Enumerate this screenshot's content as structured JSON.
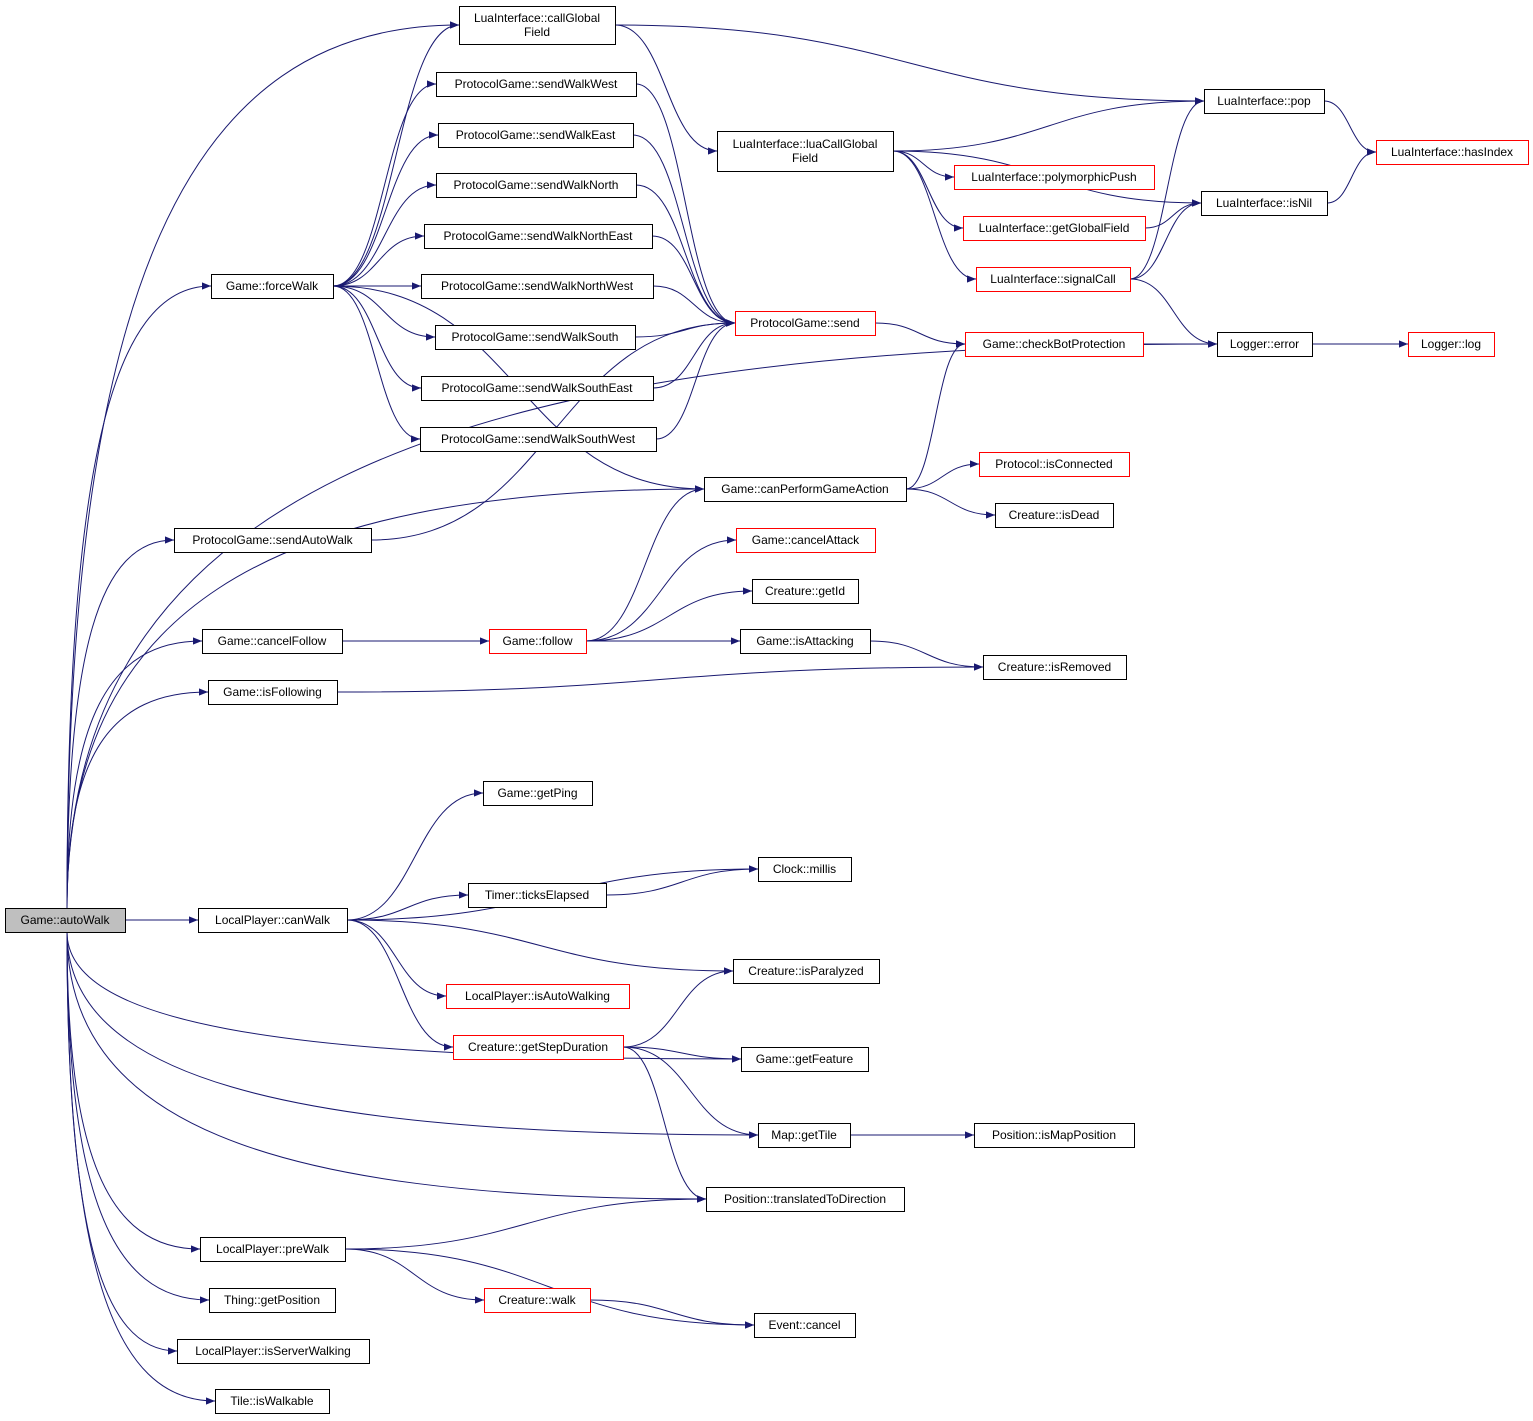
{
  "colors": {
    "edge": "#191970",
    "box_fill": "#ffffff",
    "root_fill": "#bfbfbf",
    "normal_border": "#000000",
    "truncated_border": "#ff0000"
  },
  "nodes": [
    {
      "id": "autoWalk",
      "lines": [
        "Game::autoWalk"
      ],
      "style": "root"
    },
    {
      "id": "callGlobalField",
      "lines": [
        "LuaInterface::callGlobal",
        "Field"
      ],
      "style": "normal"
    },
    {
      "id": "sendWalkWest",
      "lines": [
        "ProtocolGame::sendWalkWest"
      ],
      "style": "normal"
    },
    {
      "id": "sendWalkEast",
      "lines": [
        "ProtocolGame::sendWalkEast"
      ],
      "style": "normal"
    },
    {
      "id": "sendWalkNorth",
      "lines": [
        "ProtocolGame::sendWalkNorth"
      ],
      "style": "normal"
    },
    {
      "id": "sendWalkNorthEast",
      "lines": [
        "ProtocolGame::sendWalkNorthEast"
      ],
      "style": "normal"
    },
    {
      "id": "forceWalk",
      "lines": [
        "Game::forceWalk"
      ],
      "style": "normal"
    },
    {
      "id": "sendWalkNorthWest",
      "lines": [
        "ProtocolGame::sendWalkNorthWest"
      ],
      "style": "normal"
    },
    {
      "id": "sendWalkSouth",
      "lines": [
        "ProtocolGame::sendWalkSouth"
      ],
      "style": "normal"
    },
    {
      "id": "sendWalkSouthEast",
      "lines": [
        "ProtocolGame::sendWalkSouthEast"
      ],
      "style": "normal"
    },
    {
      "id": "sendWalkSouthWest",
      "lines": [
        "ProtocolGame::sendWalkSouthWest"
      ],
      "style": "normal"
    },
    {
      "id": "luaCallGlobalField",
      "lines": [
        "LuaInterface::luaCallGlobal",
        "Field"
      ],
      "style": "normal"
    },
    {
      "id": "pop",
      "lines": [
        "LuaInterface::pop"
      ],
      "style": "normal"
    },
    {
      "id": "hasIndex",
      "lines": [
        "LuaInterface::hasIndex"
      ],
      "style": "truncated"
    },
    {
      "id": "polymorphicPush",
      "lines": [
        "LuaInterface::polymorphicPush"
      ],
      "style": "truncated"
    },
    {
      "id": "isNil",
      "lines": [
        "LuaInterface::isNil"
      ],
      "style": "normal"
    },
    {
      "id": "getGlobalField",
      "lines": [
        "LuaInterface::getGlobalField"
      ],
      "style": "truncated"
    },
    {
      "id": "signalCall",
      "lines": [
        "LuaInterface::signalCall"
      ],
      "style": "truncated"
    },
    {
      "id": "send",
      "lines": [
        "ProtocolGame::send"
      ],
      "style": "truncated"
    },
    {
      "id": "checkBotProtection",
      "lines": [
        "Game::checkBotProtection"
      ],
      "style": "truncated"
    },
    {
      "id": "loggerError",
      "lines": [
        "Logger::error"
      ],
      "style": "normal"
    },
    {
      "id": "loggerLog",
      "lines": [
        "Logger::log"
      ],
      "style": "truncated"
    },
    {
      "id": "isConnected",
      "lines": [
        "Protocol::isConnected"
      ],
      "style": "truncated"
    },
    {
      "id": "canPerformGameAction",
      "lines": [
        "Game::canPerformGameAction"
      ],
      "style": "normal"
    },
    {
      "id": "isDead",
      "lines": [
        "Creature::isDead"
      ],
      "style": "normal"
    },
    {
      "id": "sendAutoWalk",
      "lines": [
        "ProtocolGame::sendAutoWalk"
      ],
      "style": "normal"
    },
    {
      "id": "cancelAttack",
      "lines": [
        "Game::cancelAttack"
      ],
      "style": "truncated"
    },
    {
      "id": "getId",
      "lines": [
        "Creature::getId"
      ],
      "style": "normal"
    },
    {
      "id": "cancelFollow",
      "lines": [
        "Game::cancelFollow"
      ],
      "style": "normal"
    },
    {
      "id": "follow",
      "lines": [
        "Game::follow"
      ],
      "style": "truncated"
    },
    {
      "id": "isAttacking",
      "lines": [
        "Game::isAttacking"
      ],
      "style": "normal"
    },
    {
      "id": "isRemoved",
      "lines": [
        "Creature::isRemoved"
      ],
      "style": "normal"
    },
    {
      "id": "isFollowing",
      "lines": [
        "Game::isFollowing"
      ],
      "style": "normal"
    },
    {
      "id": "getPing",
      "lines": [
        "Game::getPing"
      ],
      "style": "normal"
    },
    {
      "id": "millis",
      "lines": [
        "Clock::millis"
      ],
      "style": "normal"
    },
    {
      "id": "ticksElapsed",
      "lines": [
        "Timer::ticksElapsed"
      ],
      "style": "normal"
    },
    {
      "id": "canWalk",
      "lines": [
        "LocalPlayer::canWalk"
      ],
      "style": "normal"
    },
    {
      "id": "isParalyzed",
      "lines": [
        "Creature::isParalyzed"
      ],
      "style": "normal"
    },
    {
      "id": "isAutoWalking",
      "lines": [
        "LocalPlayer::isAutoWalking"
      ],
      "style": "truncated"
    },
    {
      "id": "getStepDuration",
      "lines": [
        "Creature::getStepDuration"
      ],
      "style": "truncated"
    },
    {
      "id": "getFeature",
      "lines": [
        "Game::getFeature"
      ],
      "style": "normal"
    },
    {
      "id": "getTile",
      "lines": [
        "Map::getTile"
      ],
      "style": "normal"
    },
    {
      "id": "isMapPosition",
      "lines": [
        "Position::isMapPosition"
      ],
      "style": "normal"
    },
    {
      "id": "translatedToDirection",
      "lines": [
        "Position::translatedToDirection"
      ],
      "style": "normal"
    },
    {
      "id": "preWalk",
      "lines": [
        "LocalPlayer::preWalk"
      ],
      "style": "normal"
    },
    {
      "id": "creatureWalk",
      "lines": [
        "Creature::walk"
      ],
      "style": "truncated"
    },
    {
      "id": "getPosition",
      "lines": [
        "Thing::getPosition"
      ],
      "style": "normal"
    },
    {
      "id": "eventCancel",
      "lines": [
        "Event::cancel"
      ],
      "style": "normal"
    },
    {
      "id": "isServerWalking",
      "lines": [
        "LocalPlayer::isServerWalking"
      ],
      "style": "normal"
    },
    {
      "id": "isWalkable",
      "lines": [
        "Tile::isWalkable"
      ],
      "style": "normal"
    }
  ],
  "edges": [
    [
      "autoWalk",
      "callGlobalField"
    ],
    [
      "autoWalk",
      "forceWalk"
    ],
    [
      "autoWalk",
      "sendAutoWalk"
    ],
    [
      "autoWalk",
      "canPerformGameAction"
    ],
    [
      "autoWalk",
      "cancelFollow"
    ],
    [
      "autoWalk",
      "isFollowing"
    ],
    [
      "autoWalk",
      "loggerError"
    ],
    [
      "autoWalk",
      "canWalk"
    ],
    [
      "autoWalk",
      "getFeature"
    ],
    [
      "autoWalk",
      "getTile"
    ],
    [
      "autoWalk",
      "translatedToDirection"
    ],
    [
      "autoWalk",
      "preWalk"
    ],
    [
      "autoWalk",
      "getPosition"
    ],
    [
      "autoWalk",
      "isServerWalking"
    ],
    [
      "autoWalk",
      "isWalkable"
    ],
    [
      "forceWalk",
      "callGlobalField"
    ],
    [
      "forceWalk",
      "sendWalkWest"
    ],
    [
      "forceWalk",
      "sendWalkEast"
    ],
    [
      "forceWalk",
      "sendWalkNorth"
    ],
    [
      "forceWalk",
      "sendWalkNorthEast"
    ],
    [
      "forceWalk",
      "sendWalkNorthWest"
    ],
    [
      "forceWalk",
      "sendWalkSouth"
    ],
    [
      "forceWalk",
      "sendWalkSouthEast"
    ],
    [
      "forceWalk",
      "sendWalkSouthWest"
    ],
    [
      "forceWalk",
      "canPerformGameAction"
    ],
    [
      "callGlobalField",
      "pop"
    ],
    [
      "callGlobalField",
      "luaCallGlobalField"
    ],
    [
      "sendWalkWest",
      "send"
    ],
    [
      "sendWalkEast",
      "send"
    ],
    [
      "sendWalkNorth",
      "send"
    ],
    [
      "sendWalkNorthEast",
      "send"
    ],
    [
      "sendWalkNorthWest",
      "send"
    ],
    [
      "sendWalkSouth",
      "send"
    ],
    [
      "sendWalkSouthEast",
      "send"
    ],
    [
      "sendWalkSouthWest",
      "send"
    ],
    [
      "sendAutoWalk",
      "send"
    ],
    [
      "luaCallGlobalField",
      "pop"
    ],
    [
      "luaCallGlobalField",
      "isNil"
    ],
    [
      "luaCallGlobalField",
      "polymorphicPush"
    ],
    [
      "luaCallGlobalField",
      "getGlobalField"
    ],
    [
      "luaCallGlobalField",
      "signalCall"
    ],
    [
      "pop",
      "hasIndex"
    ],
    [
      "isNil",
      "hasIndex"
    ],
    [
      "getGlobalField",
      "isNil"
    ],
    [
      "signalCall",
      "pop"
    ],
    [
      "signalCall",
      "isNil"
    ],
    [
      "signalCall",
      "loggerError"
    ],
    [
      "send",
      "checkBotProtection"
    ],
    [
      "checkBotProtection",
      "loggerError"
    ],
    [
      "loggerError",
      "loggerLog"
    ],
    [
      "canPerformGameAction",
      "checkBotProtection"
    ],
    [
      "canPerformGameAction",
      "isConnected"
    ],
    [
      "canPerformGameAction",
      "isDead"
    ],
    [
      "cancelFollow",
      "follow"
    ],
    [
      "follow",
      "canPerformGameAction"
    ],
    [
      "follow",
      "cancelAttack"
    ],
    [
      "follow",
      "getId"
    ],
    [
      "follow",
      "isAttacking"
    ],
    [
      "isAttacking",
      "isRemoved"
    ],
    [
      "isFollowing",
      "isRemoved"
    ],
    [
      "canWalk",
      "getPing"
    ],
    [
      "canWalk",
      "millis"
    ],
    [
      "canWalk",
      "ticksElapsed"
    ],
    [
      "canWalk",
      "isParalyzed"
    ],
    [
      "canWalk",
      "isAutoWalking"
    ],
    [
      "canWalk",
      "getStepDuration"
    ],
    [
      "ticksElapsed",
      "millis"
    ],
    [
      "getStepDuration",
      "isParalyzed"
    ],
    [
      "getStepDuration",
      "getFeature"
    ],
    [
      "getStepDuration",
      "getTile"
    ],
    [
      "getStepDuration",
      "translatedToDirection"
    ],
    [
      "getTile",
      "isMapPosition"
    ],
    [
      "preWalk",
      "translatedToDirection"
    ],
    [
      "preWalk",
      "creatureWalk"
    ],
    [
      "preWalk",
      "eventCancel"
    ],
    [
      "creatureWalk",
      "eventCancel"
    ]
  ]
}
